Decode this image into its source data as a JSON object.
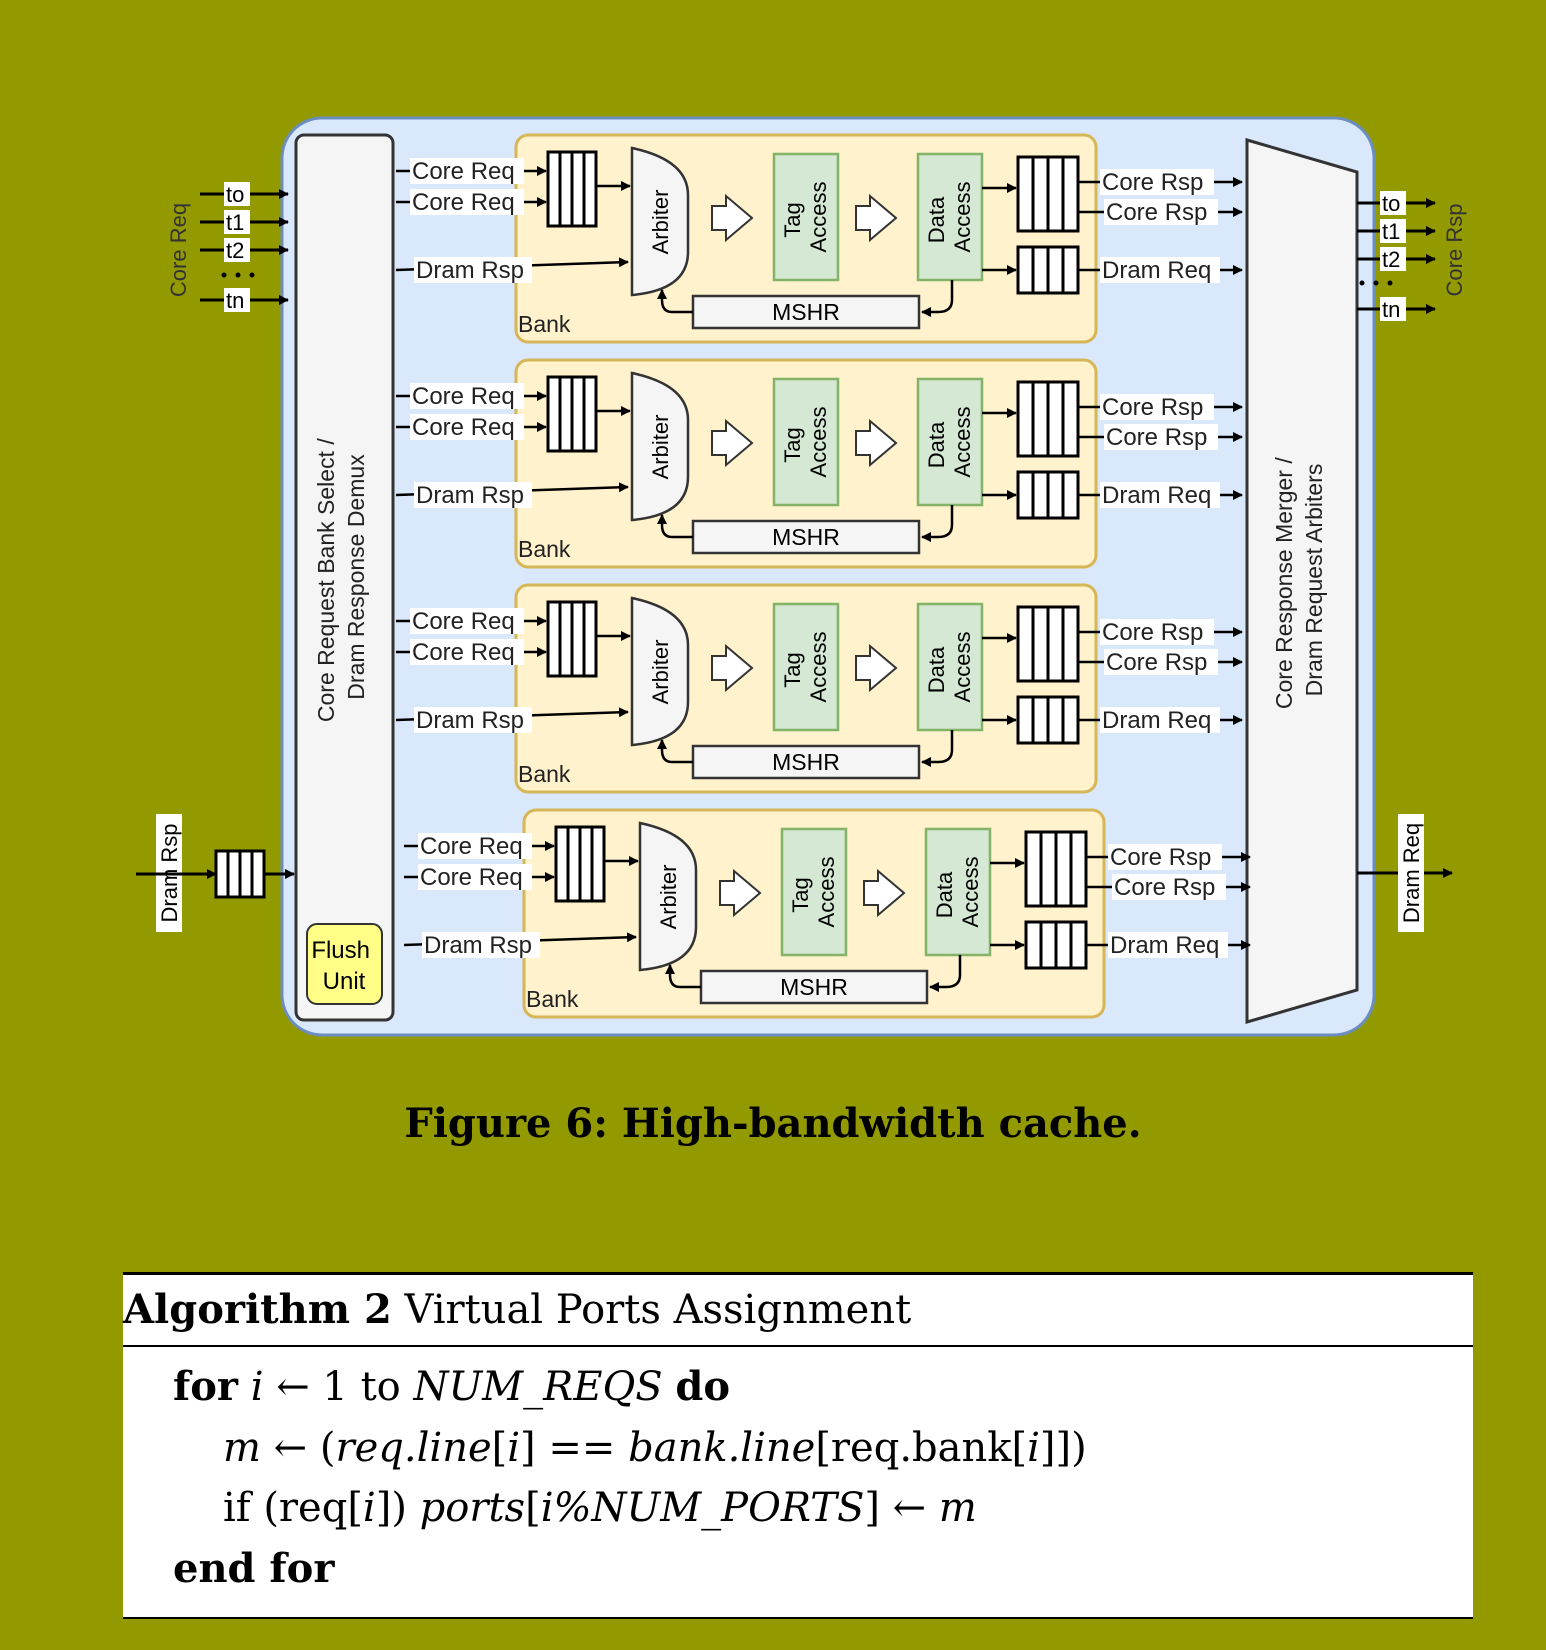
{
  "diagram": {
    "left_inputs_label": "Core Req",
    "left_thread_labels": [
      "to",
      "t1",
      "t2",
      "tn"
    ],
    "right_outputs_label": "Core Rsp",
    "right_thread_labels": [
      "to",
      "t1",
      "t2",
      "tn"
    ],
    "dram_rsp_label": "Dram Rsp",
    "dram_req_label": "Dram Req",
    "demux_label_line1": "Core Request Bank Select /",
    "demux_label_line2": "Dram Response Demux",
    "flush_line1": "Flush",
    "flush_line2": "Unit",
    "merger_label_line1": "Core Response Merger /",
    "merger_label_line2": "Dram Request  Arbiters",
    "bank": {
      "core_req": "Core Req",
      "dram_rsp": "Dram Rsp",
      "arbiter": "Arbiter",
      "tag_line1": "Tag",
      "tag_line2": "Access",
      "data_line1": "Data",
      "data_line2": "Access",
      "mshr": "MSHR",
      "bank_label": "Bank",
      "core_rsp": "Core Rsp",
      "dram_req": "Dram Req"
    }
  },
  "caption": "Figure 6: High-bandwidth cache.",
  "algorithm": {
    "title_bold": "Algorithm 2",
    "title_rest": " Virtual Ports Assignment",
    "line1": {
      "for": "for",
      "var": "i",
      "arrow": " ← 1 to ",
      "limit": "NUM_REQS",
      "do": "do"
    },
    "line2": {
      "m": "m",
      "arrow": " ← (",
      "a": "req.line",
      "b": "[",
      "i1": "i",
      "c": "] == ",
      "d": "bank.line",
      "e": "[req.bank[",
      "i2": "i",
      "f": "]])"
    },
    "line3": {
      "a": "if (req[",
      "i1": "i",
      "b": "]) ",
      "ports": "ports",
      "c": "[",
      "expr": "i%NUM_PORTS",
      "d": "] ← ",
      "m": "m"
    },
    "line4": "end for"
  }
}
